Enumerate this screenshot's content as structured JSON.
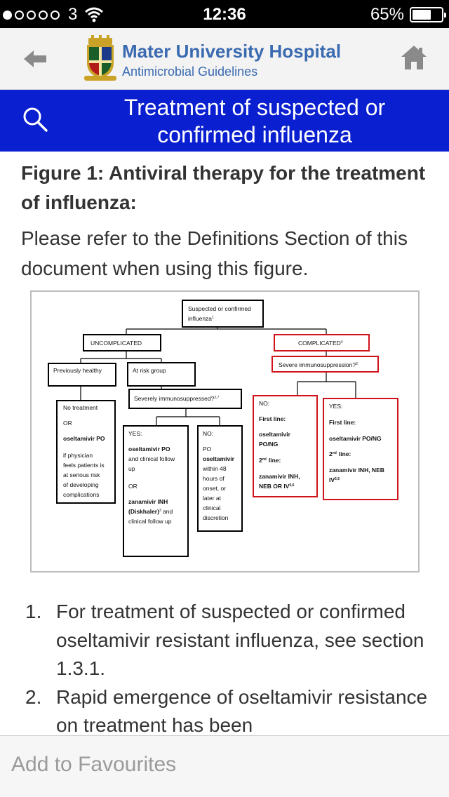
{
  "status": {
    "carrier": "3",
    "time": "12:36",
    "battery": "65%",
    "battery_level": 0.65,
    "signal_bars_filled": 1
  },
  "header": {
    "title": "Mater University Hospital",
    "subtitle": "Antimicrobial Guidelines",
    "back_icon": "back-arrow-icon",
    "home_icon": "home-icon"
  },
  "titlebar": {
    "line1": "Treatment of suspected or",
    "line2": "confirmed influenza",
    "search_icon": "search-icon"
  },
  "content": {
    "figure_title": "Figure 1: Antiviral therapy for the treatment of influenza:",
    "intro": "Please refer to the Definitions Section of this document when using this figure.",
    "flowchart": {
      "root_1": "Suspected or confirmed",
      "root_2": "influenza",
      "root_sup": "1",
      "uncomplicated": "UNCOMPLICATED",
      "complicated": "COMPLICATED",
      "complicated_sup": "4",
      "prev_healthy": "Previously healthy",
      "at_risk": "At risk group",
      "severe_immuno_risk": "Severely immunosuppressed?",
      "severe_immuno_risk_sup": "2,7",
      "severe_immuno_comp": "Severe  immunosuppression?",
      "severe_immuno_comp_sup": "2",
      "ph_lines": [
        "No treatment",
        "OR",
        "oseltamivir PO",
        " if physician",
        "feels patients is",
        "at serious risk",
        "of developing",
        "complications"
      ],
      "yes_lines": [
        "YES:",
        "oseltamivir PO",
        "and clinical follow",
        "up",
        "OR",
        "zanamivir INH",
        "(Diskhaler)",
        "clinical follow up"
      ],
      "yes_diskhaler_sup": "3",
      "yes_diskhaler_after": " and",
      "no_lines": [
        "NO:",
        "PO",
        "oseltamivir",
        "within 48",
        "hours of",
        "onset, or",
        "later at",
        "clinical",
        "discretion"
      ],
      "comp_no_lines": [
        "NO:",
        "First line:",
        "oseltamivir",
        "PO/NG",
        "2",
        "line:",
        "zanamivir  INH,",
        "NEB OR IV"
      ],
      "comp_no_sup": "5,6",
      "comp_yes_lines": [
        "YES:",
        "First line:",
        "oseltamivir PO/NG",
        "2",
        "line:",
        "zanamivir  INH, NEB",
        "IV"
      ],
      "comp_yes_sup": "5,6",
      "ordinal_sup": "nd"
    },
    "notes": [
      {
        "num": "1.",
        "text": "For treatment of suspected or confirmed oseltamivir resistant influenza, see section 1.3.1."
      },
      {
        "num": "2.",
        "text": "Rapid emergence of oseltamivir resistance on treatment has been"
      }
    ]
  },
  "footer": {
    "favourites": "Add to Favourites"
  },
  "colors": {
    "title_bar": "#0a1fd0",
    "header_text": "#3a6ab0",
    "complicated_border": "#d0121b"
  }
}
